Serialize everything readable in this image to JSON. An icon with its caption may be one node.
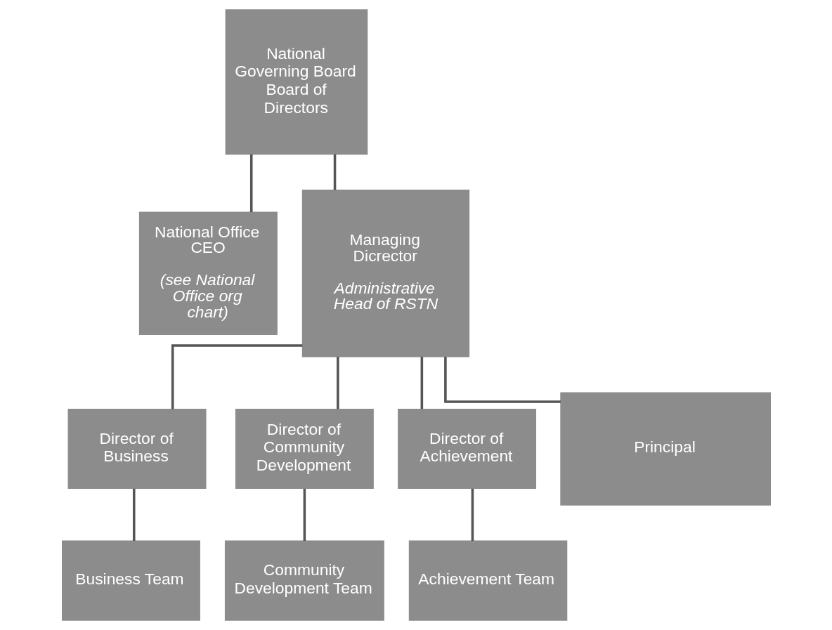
{
  "diagram": {
    "nodes": [
      {
        "text": [
          "National Governing Board Board of Directors"
        ]
      },
      {
        "text": [
          "National Office CEO",
          "(see National Office org chart)"
        ]
      },
      {
        "text": [
          "Managing Dicrector",
          "Administrative Head of RSTN"
        ]
      },
      {
        "text": [
          "Director of Business"
        ]
      },
      {
        "text": [
          "Director of Community Development"
        ]
      },
      {
        "text": [
          "Director of Achievement"
        ]
      },
      {
        "text": [
          "Principal"
        ]
      },
      {
        "text": [
          "Business Team"
        ]
      },
      {
        "text": [
          "Community Development Team"
        ]
      },
      {
        "text": [
          "Achievement Team"
        ]
      }
    ],
    "edges": [
      {
        "from": 0,
        "to": 1,
        "arrow": "none"
      },
      {
        "from": 0,
        "to": 2,
        "arrow": "none"
      },
      {
        "from": 2,
        "to": 3,
        "arrow": "none"
      },
      {
        "from": 2,
        "to": 4,
        "arrow": "none"
      },
      {
        "from": 2,
        "to": 5,
        "arrow": "none"
      },
      {
        "from": 2,
        "to": 6,
        "arrow": "none"
      },
      {
        "from": 3,
        "to": 7,
        "arrow": "none"
      },
      {
        "from": 4,
        "to": 8,
        "arrow": "none"
      },
      {
        "from": 5,
        "to": 9,
        "arrow": "none"
      }
    ]
  }
}
